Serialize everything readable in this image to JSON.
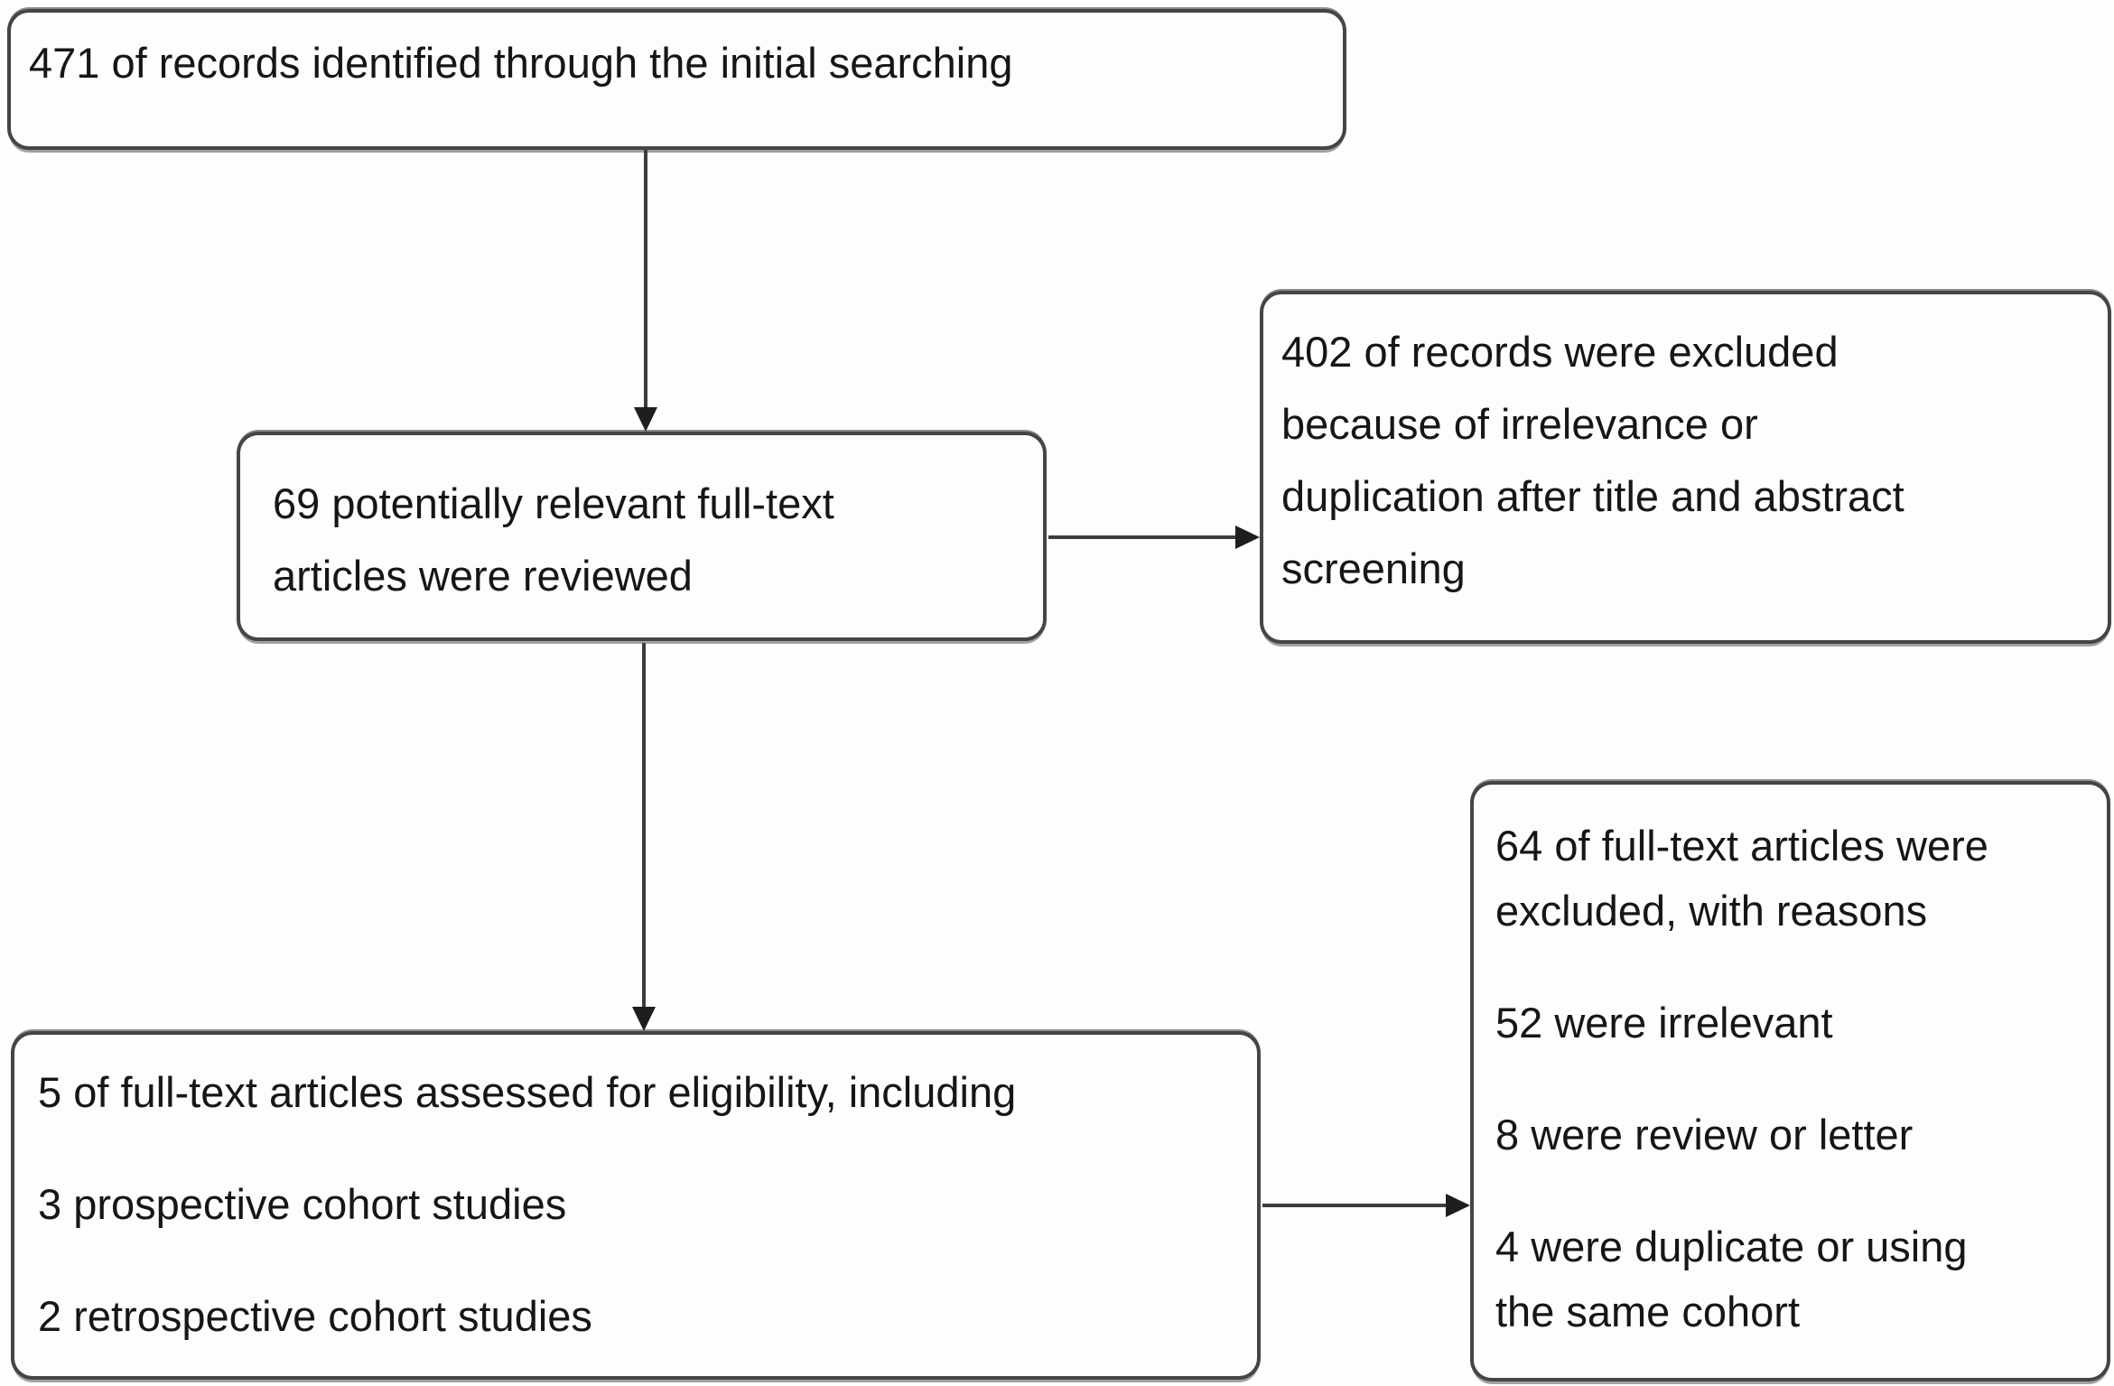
{
  "diagram": {
    "type": "study-selection-flowchart",
    "colors": {
      "background": "#fefefe",
      "box_fill": "#fdfdfd",
      "box_border": "#454545",
      "arrow": "#3c3c3c",
      "text": "#161616"
    },
    "boxes": {
      "identified": {
        "lines": [
          "471 of records identified through the initial searching"
        ]
      },
      "reviewed": {
        "lines": [
          "69 potentially relevant full-text",
          "articles were reviewed"
        ]
      },
      "excluded_screening": {
        "lines": [
          "402 of records were excluded",
          "because of irrelevance or",
          "duplication after title and abstract",
          "screening"
        ]
      },
      "assessed": {
        "paragraphs": [
          "5 of full-text articles assessed for eligibility, including",
          "3 prospective cohort studies",
          "2 retrospective cohort studies"
        ]
      },
      "excluded_fulltext": {
        "paragraphs": [
          [
            "64 of full-text articles were",
            "excluded, with reasons"
          ],
          [
            "52 were irrelevant"
          ],
          [
            "8 were review or letter"
          ],
          [
            "4 were duplicate or using",
            "the same cohort"
          ]
        ]
      }
    },
    "arrows": [
      {
        "from": "identified",
        "to": "reviewed",
        "direction": "down"
      },
      {
        "from": "reviewed",
        "to": "excluded_screening",
        "direction": "right"
      },
      {
        "from": "reviewed",
        "to": "assessed",
        "direction": "down"
      },
      {
        "from": "assessed",
        "to": "excluded_fulltext",
        "direction": "right"
      }
    ]
  }
}
